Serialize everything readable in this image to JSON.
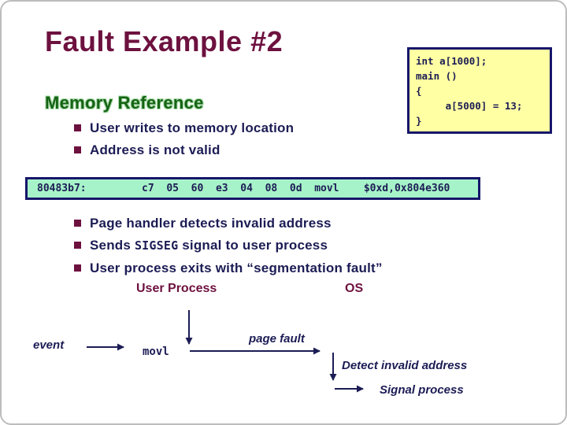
{
  "slide": {
    "title": "Fault Example #2",
    "section_heading": "Memory Reference",
    "colors": {
      "maroon": "#6D113F",
      "navy": "#1C1C55",
      "green": "#156315",
      "green_glow": "#ABDCAB",
      "yellow_bg": "#FFFFA3",
      "mint_bg": "#A7F3C9",
      "border_navy": "#16166B"
    }
  },
  "code_box": {
    "lines": [
      "int a[1000];",
      "main ()",
      "{",
      "     a[5000] = 13;",
      "}"
    ]
  },
  "bullets_top": [
    {
      "text": "User writes to memory location"
    },
    {
      "text": "Address is not valid"
    }
  ],
  "asm_line": "80483b7:         c7  05  60  e3  04  08  0d  movl    $0xd,0x804e360",
  "bullets_bottom": [
    {
      "text": "Page handler detects invalid address"
    },
    {
      "prefix": "Sends ",
      "code": "SIGSEG",
      "suffix": " signal to user process"
    },
    {
      "text": "User process exits with “segmentation fault”"
    }
  ],
  "diagram": {
    "user_process_label": "User Process",
    "os_label": "OS",
    "event_label": "event",
    "movl_label": "movl",
    "page_fault_label": "page fault",
    "detect_label": "Detect invalid address",
    "signal_label": "Signal process"
  }
}
